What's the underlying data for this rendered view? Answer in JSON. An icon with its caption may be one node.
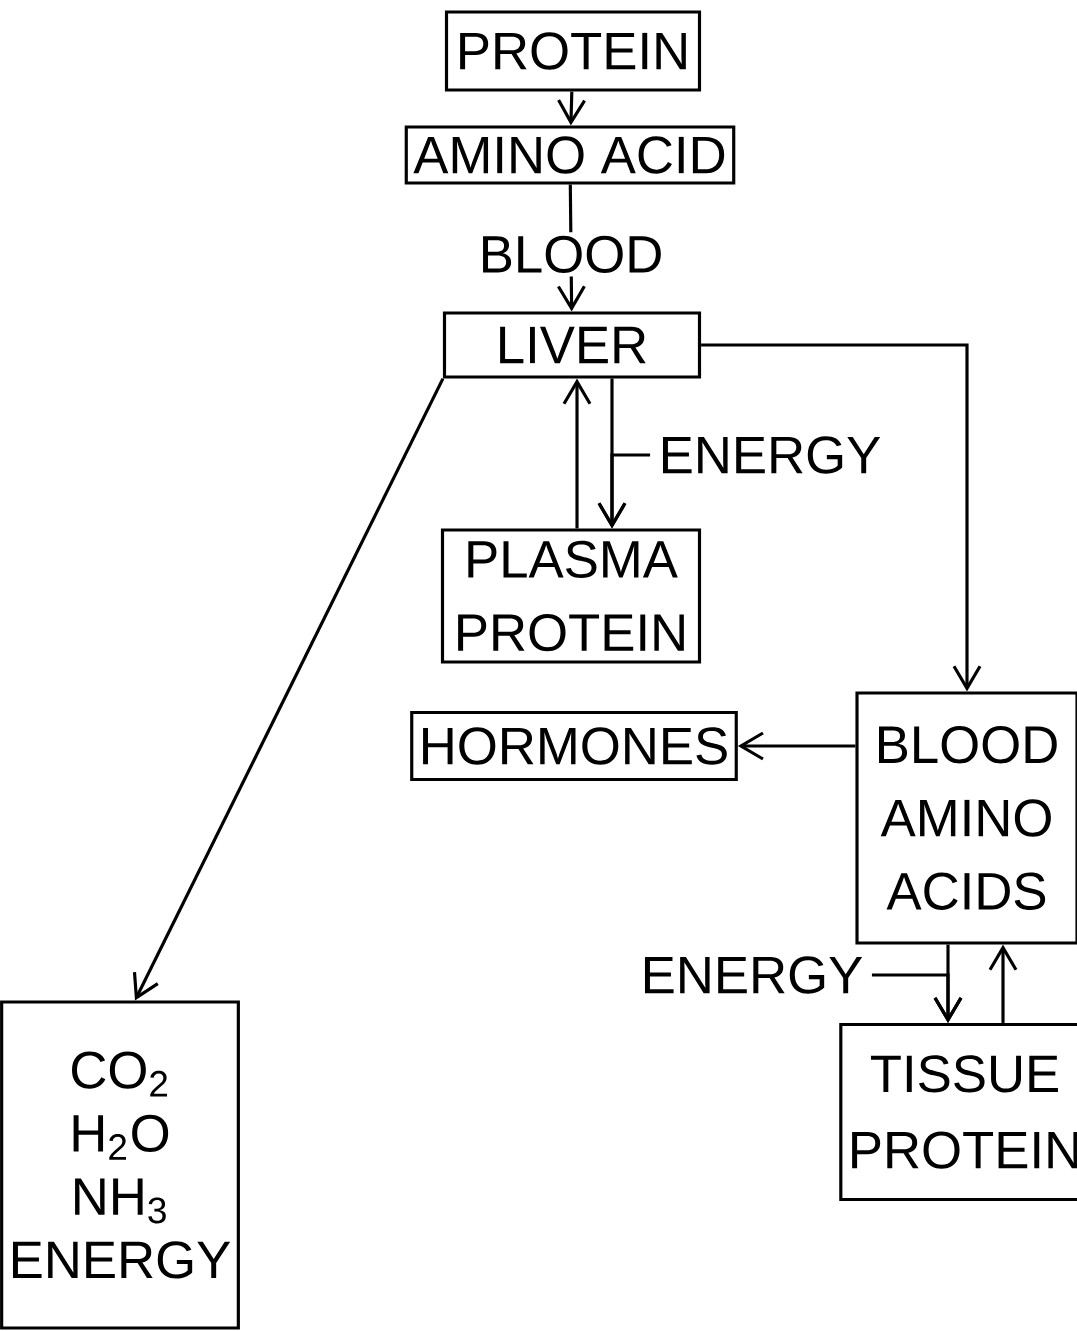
{
  "diagram": {
    "nodes": [
      {
        "text": [
          "PROTEIN"
        ]
      },
      {
        "text": [
          "AMINO ACID"
        ]
      },
      {
        "text": [
          "LIVER"
        ]
      },
      {
        "text": [
          "PLASMA",
          "PROTEIN"
        ]
      },
      {
        "text": [
          "HORMONES"
        ]
      },
      {
        "text": [
          "BLOOD",
          "AMINO",
          "ACIDS"
        ]
      },
      {
        "text": [
          "CO$_{2}$",
          "H$_{2}$O",
          "NH$_{3}$",
          "ENERGY"
        ]
      },
      {
        "text": [
          "TISSUE",
          "PROTEIN"
        ]
      },
      {
        "text": [
          "ENERGY"
        ]
      },
      {
        "text": [
          "ENERGY"
        ]
      }
    ],
    "edges": [
      {
        "from": 0,
        "to": 1,
        "arrow": "to"
      },
      {
        "from": 1,
        "to": 2,
        "arrow": "to",
        "label": "BLOOD"
      },
      {
        "from": 2,
        "to": 3,
        "arrow": "to"
      },
      {
        "from": 3,
        "to": 2,
        "arrow": "to"
      },
      {
        "from": 2,
        "to": 5,
        "arrow": "to"
      },
      {
        "from": 2,
        "to": 6,
        "arrow": "to"
      },
      {
        "from": 5,
        "to": 4,
        "arrow": "to"
      },
      {
        "from": 5,
        "to": 7,
        "arrow": "to"
      },
      {
        "from": 7,
        "to": 5,
        "arrow": "to"
      },
      {
        "from": 8,
        "to": 3,
        "arrow": "to"
      },
      {
        "from": 9,
        "to": 7,
        "arrow": "to"
      }
    ]
  }
}
